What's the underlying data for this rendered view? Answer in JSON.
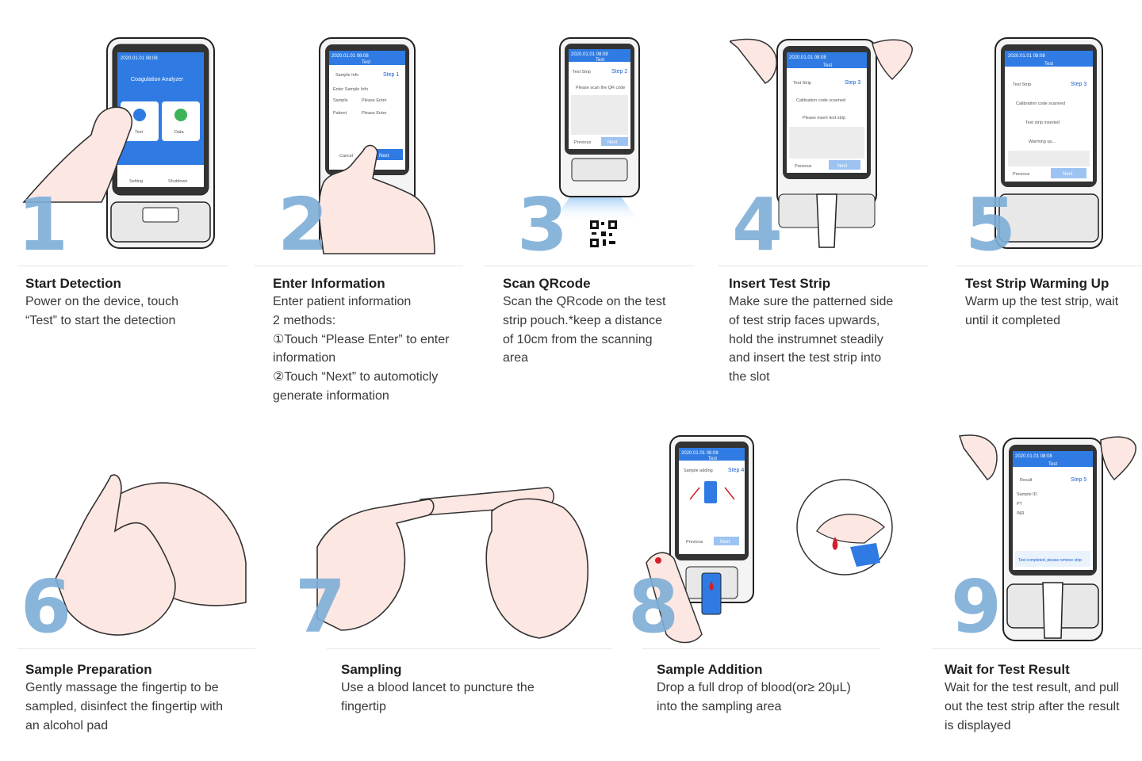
{
  "steps": [
    {
      "number": "1",
      "title": "Start Detection",
      "description": "Power on the device, touch\n“Test” to start the detection",
      "screen": {
        "time": "2020.01.01 08:08",
        "heading": "Coagulation Analyzer",
        "btn_test": "Test",
        "btn_data": "Data",
        "btn_setting": "Setting",
        "btn_shutdown": "Shutdown"
      }
    },
    {
      "number": "2",
      "title": "Enter Information",
      "description": "Enter patient information\n2 methods:\n①Touch “Please Enter” to enter\ninformation\n②Touch “Next” to automoticly\ngenerate information",
      "screen": {
        "time": "2020.01.01 08:08",
        "heading": "Test",
        "row1": "Sample Info",
        "step": "Step 1",
        "row2": "Enter Sample Info",
        "row3a": "Sample",
        "row3b": "Please Enter",
        "row4a": "Patient",
        "row4b": "Please Enter",
        "btn_cancel": "Cancel",
        "btn_next": "Next"
      }
    },
    {
      "number": "3",
      "title": "Scan QRcode",
      "description": "Scan the QRcode on the test\nstrip pouch.*keep a distance\nof 10cm from the scanning\narea",
      "screen": {
        "time": "2020.01.01 08:08",
        "heading": "Test",
        "row1": "Test Strip",
        "step": "Step 2",
        "row2": "Please scan the QR code",
        "btn_prev": "Previous",
        "btn_next": "Next"
      }
    },
    {
      "number": "4",
      "title": "Insert Test Strip",
      "description": "Make sure the patterned side\nof test strip faces upwards,\nhold the instrumnet steadily\nand insert the test strip into\nthe slot",
      "screen": {
        "time": "2020.01.01 08:08",
        "heading": "Test",
        "row1": "Test Strip",
        "step": "Step 3",
        "row2": "Calibration code scanned",
        "row3": "Please insert test strip",
        "btn_prev": "Previous",
        "btn_next": "Next"
      }
    },
    {
      "number": "5",
      "title": "Test Strip Warming Up",
      "description": "Warm up the test strip, wait\nuntil it completed",
      "screen": {
        "time": "2020.01.01 08:08",
        "heading": "Test",
        "row1": "Test Strip",
        "step": "Step 3",
        "row2": "Calibration code scanned",
        "row3": "Test strip inserted",
        "row4": "Warming up...",
        "btn_prev": "Previous",
        "btn_next": "Next"
      }
    },
    {
      "number": "6",
      "title": "Sample Preparation",
      "description": "Gently massage the fingertip to be\nsampled, disinfect the fingertip with\nan alcohol pad"
    },
    {
      "number": "7",
      "title": "Sampling",
      "description": "Use a blood lancet to puncture the\nfingertip"
    },
    {
      "number": "8",
      "title": "Sample Addition",
      "description": "Drop a full drop of blood(or≥ 20μL)\ninto the sampling area",
      "screen": {
        "time": "2020.01.01 08:08",
        "heading": "Test",
        "row1": "Sample adding",
        "step": "Step 4",
        "btn_prev": "Previous",
        "btn_next": "Next"
      }
    },
    {
      "number": "9",
      "title": "Wait for Test Result",
      "description": "Wait for the test result,  and pull\nout the test strip after the result\nis displayed",
      "screen": {
        "time": "2020.01.01 08:08",
        "heading": "Test",
        "row1": "Result",
        "step": "Step 5",
        "r1": "Sample ID",
        "r2": "PT",
        "r3": "INR",
        "footer": "Test completed, please remove strip"
      }
    }
  ],
  "colors": {
    "number": "#7eaed8",
    "screen_blue": "#2f7be3",
    "blood": "#d21f2b",
    "skin": "#fde7e2"
  }
}
